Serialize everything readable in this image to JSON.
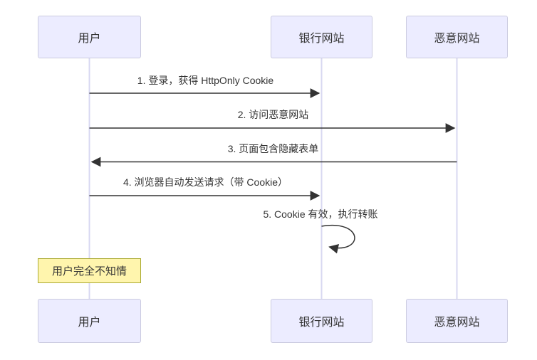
{
  "diagram": {
    "type": "sequence-diagram",
    "actors": [
      {
        "id": "user",
        "label": "用户"
      },
      {
        "id": "bank",
        "label": "银行网站"
      },
      {
        "id": "evil",
        "label": "恶意网站"
      }
    ],
    "messages": [
      {
        "seq": 1,
        "label": "1. 登录，获得 HttpOnly Cookie",
        "from": "用户",
        "to": "银行网站",
        "direction": "right"
      },
      {
        "seq": 2,
        "label": "2. 访问恶意网站",
        "from": "用户",
        "to": "恶意网站",
        "direction": "right"
      },
      {
        "seq": 3,
        "label": "3. 页面包含隐藏表单",
        "from": "恶意网站",
        "to": "用户",
        "direction": "left"
      },
      {
        "seq": 4,
        "label": "4. 浏览器自动发送请求（带 Cookie）",
        "from": "用户",
        "to": "银行网站",
        "direction": "right"
      },
      {
        "seq": 5,
        "label": "5. Cookie 有效，执行转账",
        "from": "银行网站",
        "to": "银行网站",
        "direction": "self"
      }
    ],
    "note": {
      "label": "用户完全不知情",
      "over": "用户"
    },
    "colors": {
      "actor_fill": "#ECECFF",
      "actor_border": "#CBCBE0",
      "lifeline": "#D8D8F2",
      "arrow": "#333333",
      "text": "#333333",
      "note_fill": "#FFF5AD",
      "note_border": "#AAAA33",
      "background": "#FFFFFF"
    }
  }
}
